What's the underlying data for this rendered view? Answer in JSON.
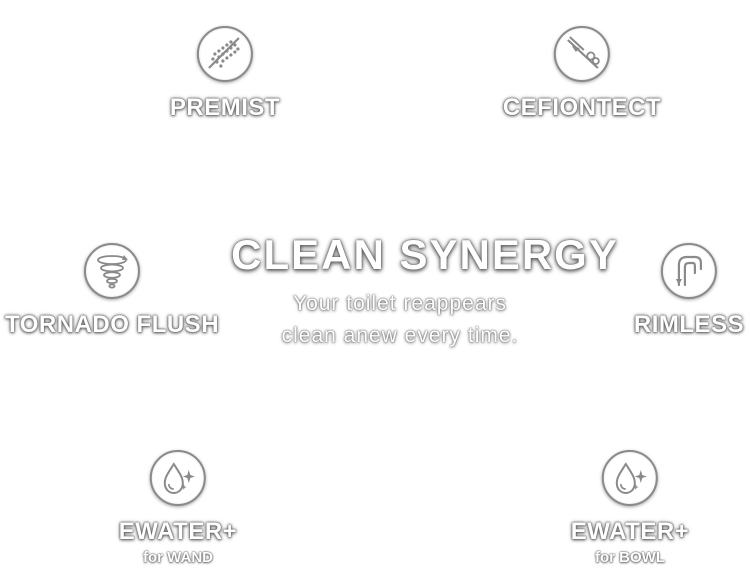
{
  "center": {
    "title": "CLEAN SYNERGY",
    "subtitle_line1": "Your toilet reappears",
    "subtitle_line2": "clean anew every time."
  },
  "features": {
    "premist": {
      "label": "PREMIST",
      "icon": "spray-icon"
    },
    "cefiontect": {
      "label": "CEFIONTECT",
      "icon": "glaze-surface-icon"
    },
    "tornado": {
      "label": "TORNADO FLUSH",
      "icon": "tornado-icon"
    },
    "rimless": {
      "label": "RIMLESS",
      "icon": "rimless-bowl-icon"
    },
    "ewater_wand": {
      "label": "EWATER+",
      "sublabel": "for WAND",
      "icon": "water-drop-sparkle-icon"
    },
    "ewater_bowl": {
      "label": "EWATER+",
      "sublabel": "for BOWL",
      "icon": "water-drop-sparkle-icon"
    }
  },
  "colors": {
    "icon_stroke": "#8a8a8a",
    "text_fill": "#ffffff",
    "text_outline": "#555555"
  }
}
